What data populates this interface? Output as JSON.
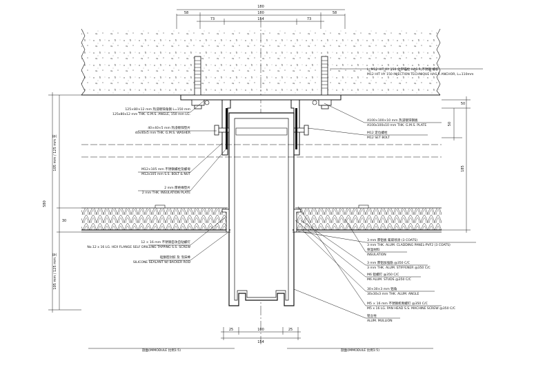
{
  "dimensions": {
    "top_total": "180",
    "top_left": "58",
    "top_mid": "180",
    "top_right": "58",
    "top_inner_left": "73",
    "top_inner_mid": "154",
    "top_inner_right": "73",
    "right_top": "50",
    "right_mid": "50",
    "right_long": "185",
    "left_total": "580",
    "left_upper": "105 mm / 125 mm 至",
    "left_small": "30",
    "left_lower": "105 mm / 125 mm 至",
    "bottom_left": "25",
    "bottom_mid": "100",
    "bottom_right": "25",
    "bottom_total": "154"
  },
  "notes_left": [
    {
      "cn": "125×80×12 mm 热浸镀锌角钢 L=150 mm",
      "en": "125x80x12 mm THK. G.M.S. ANGLE, 150 mm LG."
    },
    {
      "cn": "40×40×5 mm 热浸镀锌垫片",
      "en": "40x40x5 mm THK. G.M.S. WASHER"
    },
    {
      "cn": "M12×105 mm 不锈钢螺栓及螺母",
      "en": "M12x105 mm S.S. BOLT & NUT"
    },
    {
      "cn": "2 mm 厚绝缘垫片",
      "en": "2 mm THK. INSULATION PLATE"
    },
    {
      "cn": "12 × 16 mm 不锈钢自攻自钻螺钉",
      "en": "No.12 x 16 LG. HEX FLANGE SELF DRILLING TAPPING S.S. SCREW"
    },
    {
      "cn": "硅酮密封胶 及 泡沫棒",
      "en": "SILICONE SEALANT W/ BACKER ROD"
    }
  ],
  "notes_right": [
    {
      "cn": "L: M12 HIT HY 150 化学锚栓 HAS R 不锈钢 螺杆",
      "en": "M12 HIT HY 150 INJECTION TECHNIQUE HAS R ANCHOR, L=110mm"
    },
    {
      "cn": "A100×100×10 mm 热浸镀锌钢板",
      "en": "A100x100x10 mm THK. G.M.S. PLATE"
    },
    {
      "cn": "M12 定位螺栓",
      "en": "M12 SET BOLT"
    },
    {
      "cn": "3 mm 厚铝板 氟碳喷涂 (3 COATS)",
      "en": "3 mm THK. ALUM. CLADDING PANEL-PVF2 (3 COATS)"
    },
    {
      "cn": "保温材料",
      "en": "INSULATION"
    },
    {
      "cn": "3 mm 厚铝加强筋 @350 C/C",
      "en": "3 mm THK. ALUM. STIFFENER @350 C/C"
    },
    {
      "cn": "M6 铝螺钉 @350 C/C",
      "en": "M6 ALUM. STUDS @350 C/C"
    },
    {
      "cn": "30×30×3 mm 铝角",
      "en": "30x30x3 mm THK. ALUM. ANGLE"
    },
    {
      "cn": "M5 × 16 mm 不锈钢机制螺钉 @350 C/C",
      "en": "M5 x 16 LG. PAN HEAD S.S. MACHINE SCREW @350 C/C"
    },
    {
      "cn": "铝立柱",
      "en": "ALUM. MULLION"
    }
  ],
  "captions": {
    "left": "剖面(IMMODULE 比例1:5)",
    "right": "剖面(IMMODULE 比例1:5)"
  }
}
